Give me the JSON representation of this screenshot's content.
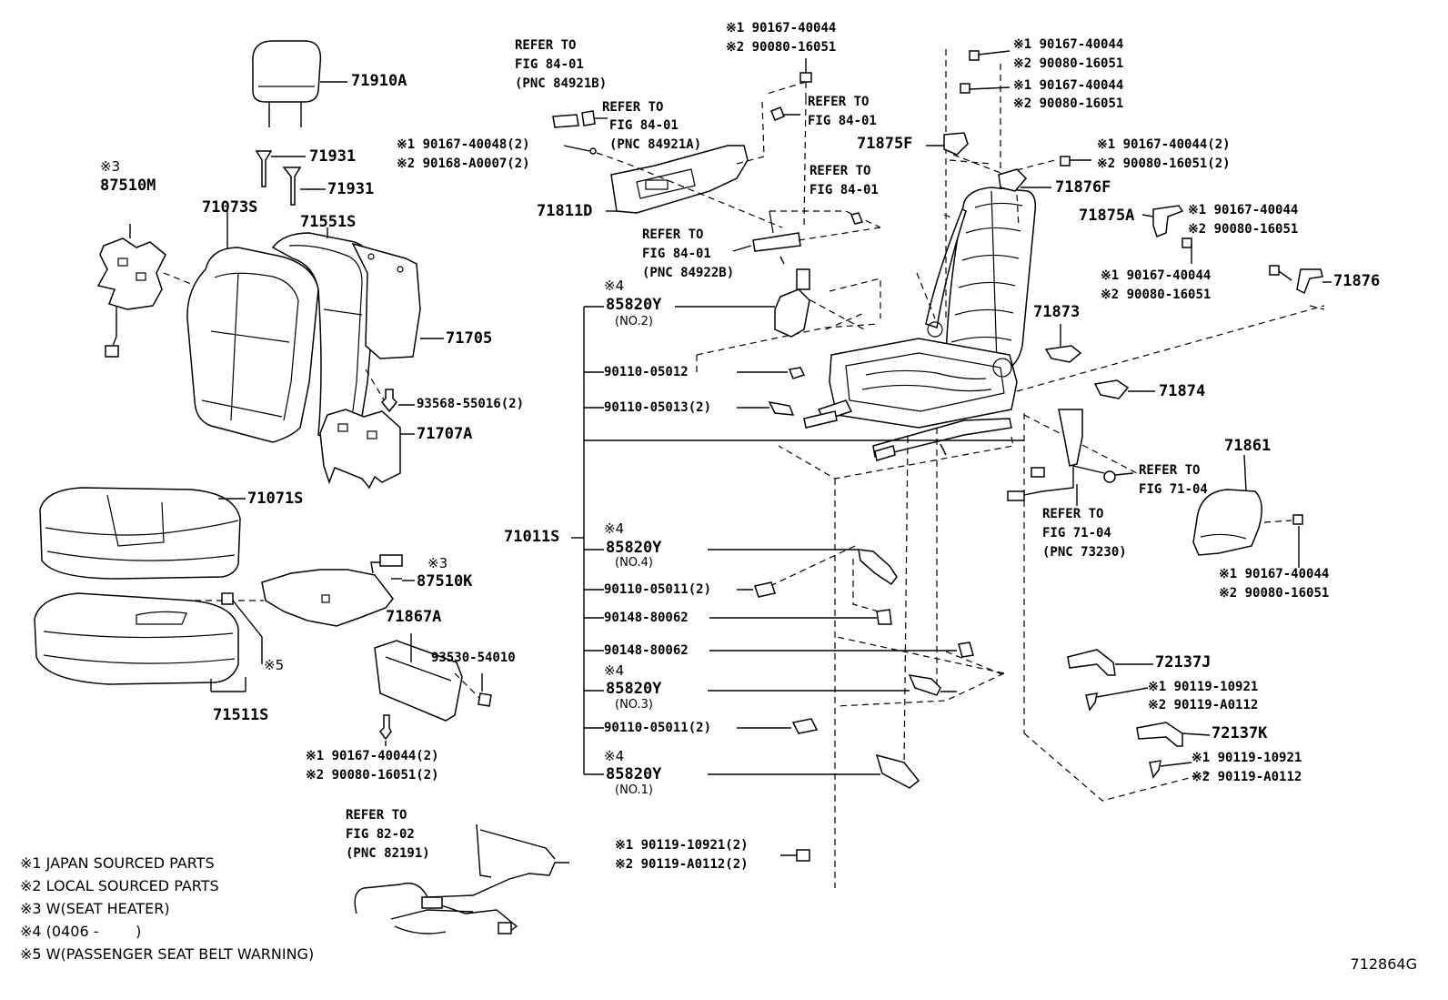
{
  "labels": {
    "p71910A": "71910A",
    "p71931a": "71931",
    "p71931b": "71931",
    "n3_87510M": "※3",
    "p87510M": "87510M",
    "p71073S": "71073S",
    "p71551S": "71551S",
    "p71705": "71705",
    "p93568": "93568-55016(2)",
    "p71707A": "71707A",
    "p71071S": "71071S",
    "n3_87510K": "※3",
    "p87510K": "87510K",
    "p71867A": "71867A",
    "n5": "※5",
    "p93530": "93530-54010",
    "p71511S": "71511S",
    "b71867_1": "※1 90167-40044(2)",
    "b71867_2": "※2 90080-16051(2)",
    "ref84_1_l1": "REFER TO",
    "ref84_1_l2": "FIG 84-01",
    "ref84_1_l3": "(PNC 84921B)",
    "ref84_2_l1": "REFER TO",
    "ref84_2_l2": "FIG 84-01",
    "ref84_2_l3": "(PNC 84921A)",
    "s71811_1": "※1 90167-40048(2)",
    "s71811_2": "※2 90168-A0007(2)",
    "p71811D": "71811D",
    "top_1": "※1 90167-40044",
    "top_2": "※2 90080-16051",
    "ref84_3_l1": "REFER TO",
    "ref84_3_l2": "FIG 84-01",
    "ref84_4_l1": "REFER TO",
    "ref84_4_l2": "FIG 84-01",
    "ref84_5_l1": "REFER TO",
    "ref84_5_l2": "FIG 84-01",
    "ref84_5_l3": "(PNC 84922B)",
    "r1_1": "※1 90167-40044",
    "r1_2": "※2 90080-16051",
    "r2_1": "※1 90167-40044",
    "r2_2": "※2 90080-16051",
    "p71875F": "71875F",
    "r3_1": "※1 90167-40044(2)",
    "r3_2": "※2 90080-16051(2)",
    "p71876F": "71876F",
    "p71875A": "71875A",
    "r4_1": "※1 90167-40044",
    "r4_2": "※2 90080-16051",
    "r5_1": "※1 90167-40044",
    "r5_2": "※2 90080-16051",
    "p71876": "71876",
    "p71873": "71873",
    "p71874": "71874",
    "n4a": "※4",
    "p85820Y_a": "85820Y",
    "no2": "(NO.2)",
    "p90110_05012": "90110-05012",
    "p90110_05013": "90110-05013(2)",
    "p71011S": "71011S",
    "n4b": "※4",
    "p85820Y_b": "85820Y",
    "no4": "(NO.4)",
    "p90110_05011a": "90110-05011(2)",
    "p90148a": "90148-80062",
    "p90148b": "90148-80062",
    "n4c": "※4",
    "p85820Y_c": "85820Y",
    "no3": "(NO.3)",
    "p90110_05011b": "90110-05011(2)",
    "n4d": "※4",
    "p85820Y_d": "85820Y",
    "no1": "(NO.1)",
    "ref71_1_l1": "REFER TO",
    "ref71_1_l2": "FIG 71-04",
    "ref71_2_l1": "REFER TO",
    "ref71_2_l2": "FIG 71-04",
    "ref71_2_l3": "(PNC 73230)",
    "p71861": "71861",
    "b71861_1": "※1 90167-40044",
    "b71861_2": "※2 90080-16051",
    "p72137J": "72137J",
    "j_1": "※1 90119-10921",
    "j_2": "※2 90119-A0112",
    "p72137K": "72137K",
    "k_1": "※1 90119-10921",
    "k_2": "※2 90119-A0112",
    "bot_1": "※1 90119-10921(2)",
    "bot_2": "※2 90119-A0112(2)",
    "ref82_l1": "REFER TO",
    "ref82_l2": "FIG 82-02",
    "ref82_l3": "(PNC 82191)"
  },
  "legend": [
    "※1 JAPAN SOURCED PARTS",
    "※2 LOCAL SOURCED PARTS",
    "※3 W(SEAT HEATER)",
    "※4 (0406 -        )",
    "※5 W(PASSENGER SEAT BELT WARNING)"
  ],
  "diagram_code": "712864G"
}
